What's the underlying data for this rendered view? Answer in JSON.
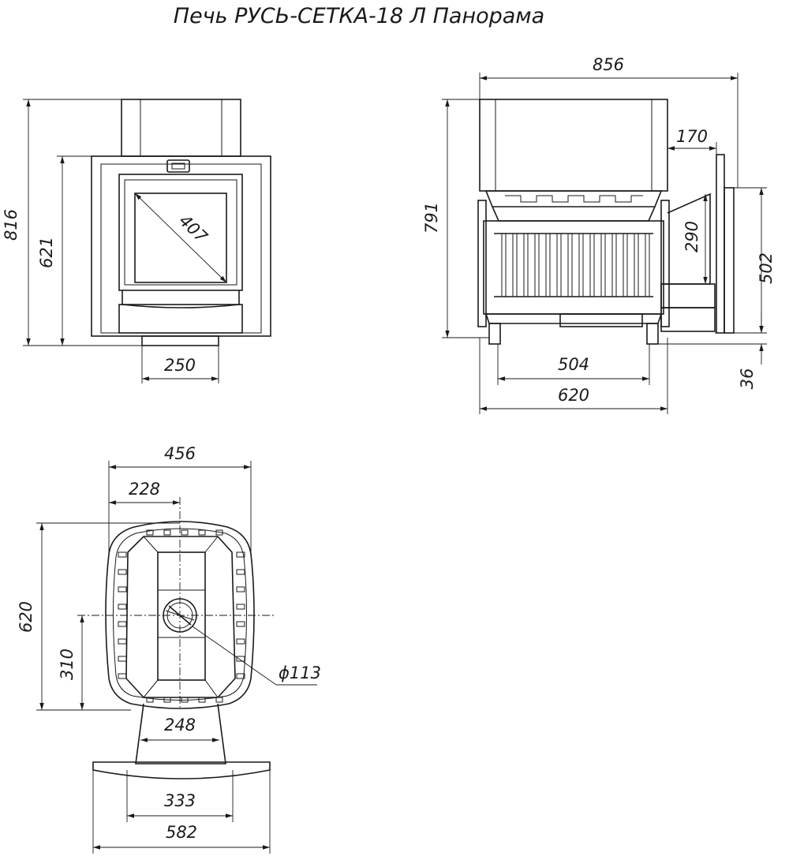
{
  "title": "Печь РУСЬ-СЕТКА-18 Л Панорама",
  "front_view": {
    "dim_height_total": "816",
    "dim_height_body": "621",
    "dim_glass_diagonal": "407",
    "dim_base_width": "250"
  },
  "side_view": {
    "dim_total_width": "856",
    "dim_height": "791",
    "dim_tunnel_depth": "170",
    "dim_flange_height": "290",
    "dim_tunnel_height": "502",
    "dim_leg_height": "36",
    "dim_inner_width": "504",
    "dim_body_width": "620"
  },
  "top_view": {
    "dim_total_width": "456",
    "dim_half_width": "228",
    "dim_depth": "620",
    "dim_half_depth": "310",
    "dim_flue_diameter": "ϕ113",
    "dim_tunnel_width": "248",
    "dim_flange_inner": "333",
    "dim_flange_outer": "582"
  }
}
